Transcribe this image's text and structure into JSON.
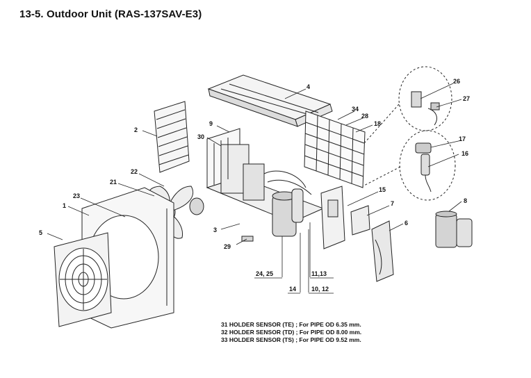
{
  "title": "13-5. Outdoor Unit (RAS-137SAV-E3)",
  "labels": {
    "l1": "1",
    "l2": "2",
    "l3": "3",
    "l4": "4",
    "l5": "5",
    "l6": "6",
    "l7": "7",
    "l8": "8",
    "l9": "9",
    "l10_12": "10, 12",
    "l11_13": "11,13",
    "l14": "14",
    "l15": "15",
    "l16": "16",
    "l17": "17",
    "l18": "18",
    "l21": "21",
    "l22": "22",
    "l23": "23",
    "l24_25": "24, 25",
    "l26": "26",
    "l27": "27",
    "l28": "28",
    "l29": "29",
    "l30": "30",
    "l34": "34"
  },
  "notes": [
    "31 HOLDER SENSOR (TE) ; For PIPE OD 6.35 mm.",
    "32 HOLDER SENSOR (TD) ; For PIPE OD 8.00 mm.",
    "33 HOLDER SENSOR (TS) ; For PIPE OD 9.52 mm."
  ]
}
